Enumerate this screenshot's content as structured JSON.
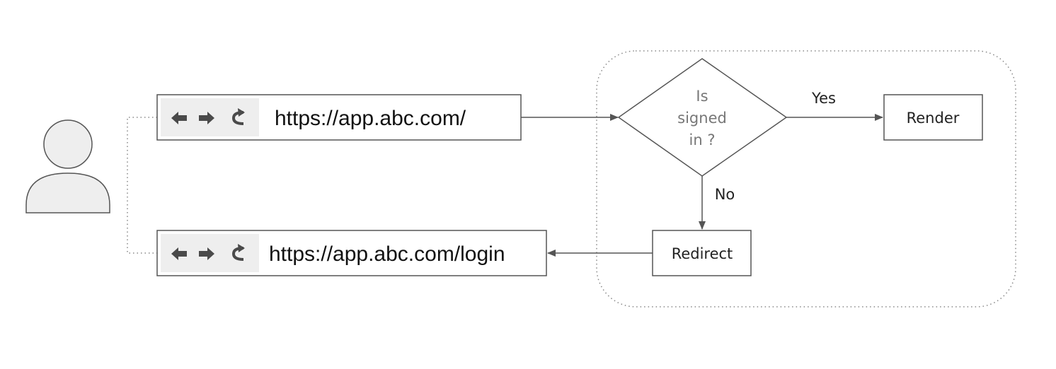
{
  "browser_top": {
    "url": "https://app.abc.com/",
    "nav_icons": [
      "back-arrow-icon",
      "forward-arrow-icon",
      "reload-icon"
    ]
  },
  "browser_bottom": {
    "url": "https://app.abc.com/login",
    "nav_icons": [
      "back-arrow-icon",
      "forward-arrow-icon",
      "reload-icon"
    ]
  },
  "decision": {
    "line1": "Is",
    "line2": "signed",
    "line3": "in ?"
  },
  "render_label": "Render",
  "redirect_label": "Redirect",
  "edge_yes": "Yes",
  "edge_no": "No",
  "colors": {
    "stroke": "#555555",
    "toolbar_bg": "#eeeeee",
    "icon": "#4a4a4a",
    "user_fill": "#eeeeee",
    "dotted": "#888888"
  }
}
